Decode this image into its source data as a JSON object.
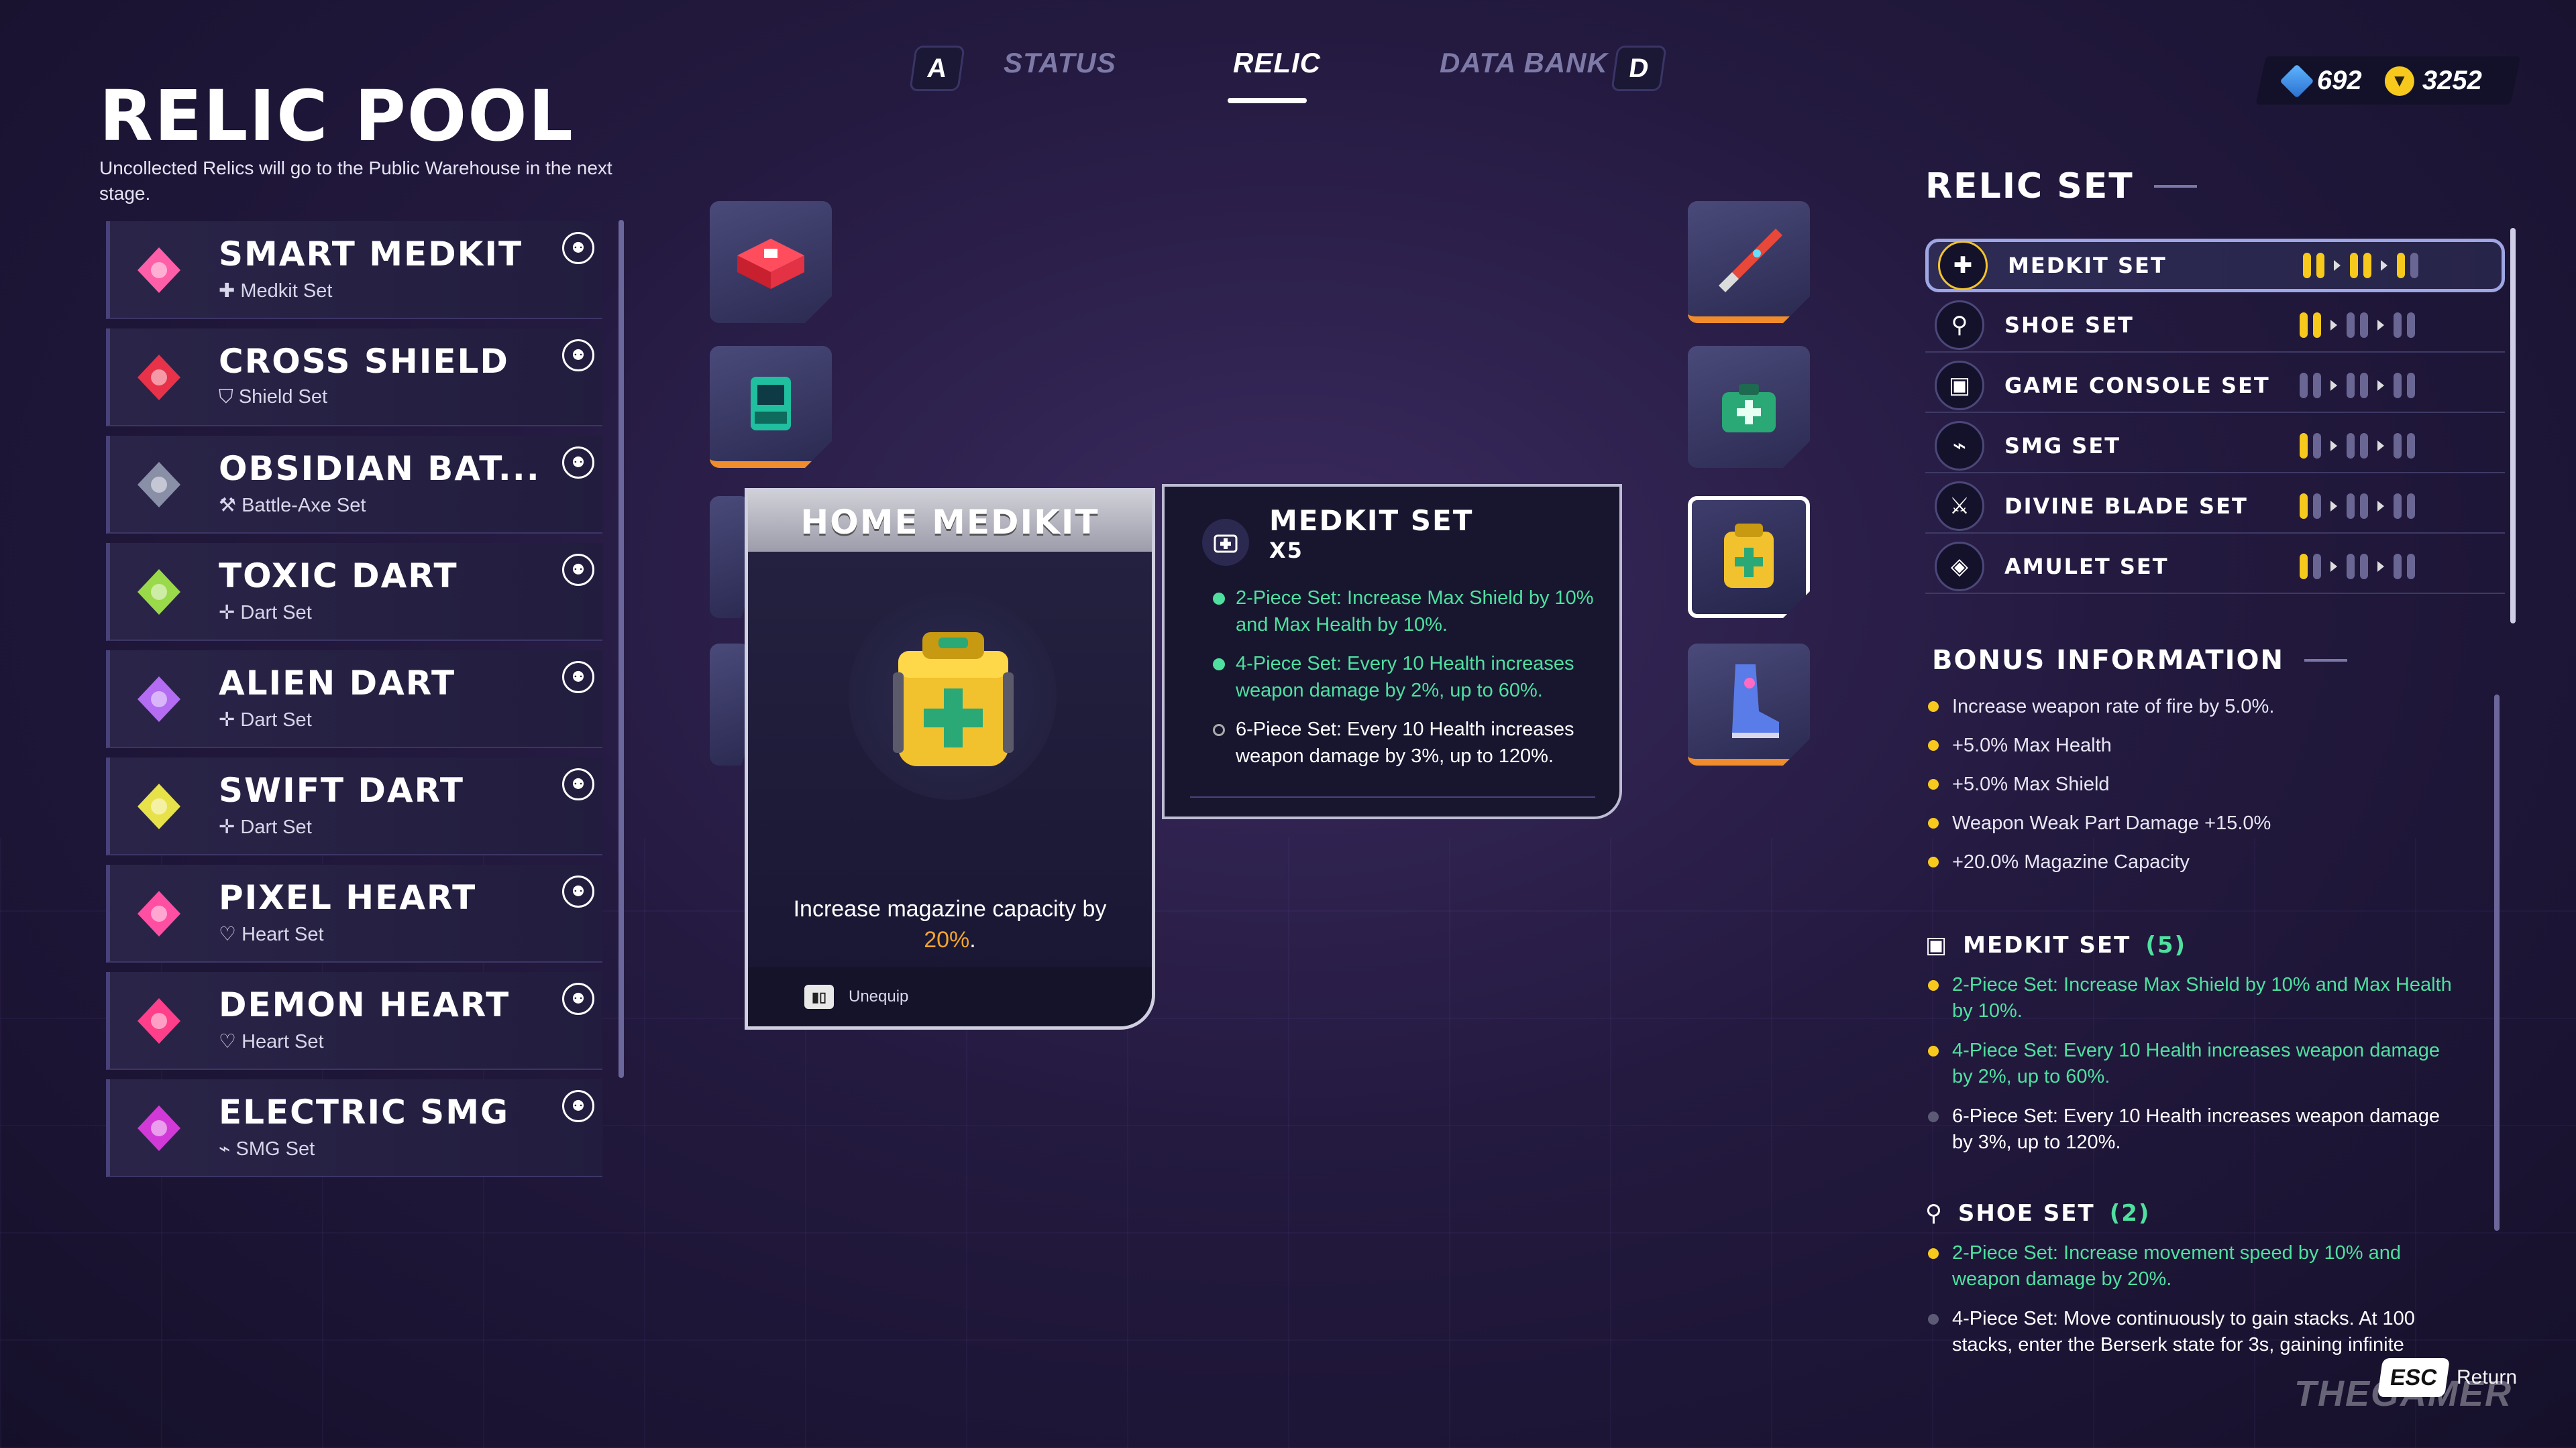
{
  "tabs": {
    "left_key": "A",
    "right_key": "D",
    "items": [
      "STATUS",
      "RELIC",
      "DATA BANK"
    ],
    "active": "RELIC"
  },
  "currency": {
    "gems": "692",
    "coins": "3252",
    "gem_icon": "blue-cube-icon",
    "coin_icon": "gold-v-coin-icon"
  },
  "pool": {
    "title": "RELIC POOL",
    "subtitle": "Uncollected Relics will go to the Public Warehouse in the next stage.",
    "items": [
      {
        "name": "SMART MEDKIT",
        "set": "Medkit Set",
        "set_glyph": "✚",
        "color": "#ff5fa8"
      },
      {
        "name": "CROSS SHIELD",
        "set": "Shield Set",
        "set_glyph": "⛉",
        "color": "#e8324a"
      },
      {
        "name": "OBSIDIAN BAT...",
        "set": "Battle-Axe Set",
        "set_glyph": "⚒",
        "color": "#8a8fa8"
      },
      {
        "name": "TOXIC DART",
        "set": "Dart Set",
        "set_glyph": "✛",
        "color": "#9ad94a"
      },
      {
        "name": "ALIEN DART",
        "set": "Dart Set",
        "set_glyph": "✛",
        "color": "#b36cf2"
      },
      {
        "name": "SWIFT DART",
        "set": "Dart Set",
        "set_glyph": "✛",
        "color": "#e8e24a"
      },
      {
        "name": "PIXEL HEART",
        "set": "Heart Set",
        "set_glyph": "♡",
        "color": "#ff4fa3"
      },
      {
        "name": "DEMON HEART",
        "set": "Heart Set",
        "set_glyph": "♡",
        "color": "#ff3f8a"
      },
      {
        "name": "ELECTRIC SMG",
        "set": "SMG Set",
        "set_glyph": "⌁",
        "color": "#d23ad8"
      }
    ]
  },
  "item_card": {
    "title": "HOME MEDIKIT",
    "desc_prefix": "Increase magazine capacity by",
    "desc_value": "20%",
    "desc_suffix": ".",
    "action_key": "⟨⟩",
    "action_label": "Unequip"
  },
  "set_card": {
    "title": "MEDKIT SET",
    "count": "X5",
    "lines": [
      {
        "text": "2-Piece Set: Increase Max Shield by 10% and Max Health by 10%.",
        "active": true
      },
      {
        "text": "4-Piece Set: Every 10 Health increases weapon damage by 2%, up to 60%.",
        "active": true
      },
      {
        "text": "6-Piece Set: Every 10 Health increases weapon damage by 3%, up to 120%.",
        "active": false
      }
    ]
  },
  "relic_set": {
    "title": "RELIC SET",
    "rows": [
      {
        "name": "MEDKIT SET",
        "icon": "medkit-icon",
        "glyph": "✚",
        "on": 5,
        "selected": true
      },
      {
        "name": "SHOE SET",
        "icon": "shoe-icon",
        "glyph": "⚲",
        "on": 2,
        "selected": false
      },
      {
        "name": "GAME CONSOLE SET",
        "icon": "game-console-icon",
        "glyph": "▣",
        "on": 0,
        "selected": false
      },
      {
        "name": "SMG SET",
        "icon": "smg-icon",
        "glyph": "⌁",
        "on": 1,
        "selected": false
      },
      {
        "name": "DIVINE BLADE SET",
        "icon": "blade-icon",
        "glyph": "⚔",
        "on": 1,
        "selected": false
      },
      {
        "name": "AMULET SET",
        "icon": "amulet-icon",
        "glyph": "◈",
        "on": 1,
        "selected": false
      }
    ]
  },
  "bonus": {
    "title": "BONUS INFORMATION",
    "items": [
      "Increase weapon rate of fire by 5.0%.",
      "+5.0% Max Health",
      "+5.0% Max Shield",
      "Weapon Weak Part Damage +15.0%",
      "+20.0% Magazine Capacity"
    ]
  },
  "medkit_detail": {
    "title": "MEDKIT SET",
    "count": "(5)",
    "lines": [
      {
        "text": "2-Piece Set: Increase Max Shield by 10% and Max Health by 10%.",
        "active": true
      },
      {
        "text": "4-Piece Set: Every 10 Health increases weapon damage by 2%, up to 60%.",
        "active": true
      },
      {
        "text": "6-Piece Set: Every 10 Health increases weapon damage by 3%, up to 120%.",
        "active": false
      }
    ]
  },
  "shoe_detail": {
    "title": "SHOE SET",
    "count": "(2)",
    "lines": [
      {
        "text": "2-Piece Set: Increase movement speed by 10% and weapon damage by 20%.",
        "active": true
      },
      {
        "text": "4-Piece Set: Move continuously to gain stacks. At 100 stacks, enter the Berserk state for 3s, gaining infinite",
        "active": false
      }
    ]
  },
  "footer": {
    "esc_key": "ESC",
    "esc_label": "Return",
    "watermark": "THEGAMER"
  }
}
